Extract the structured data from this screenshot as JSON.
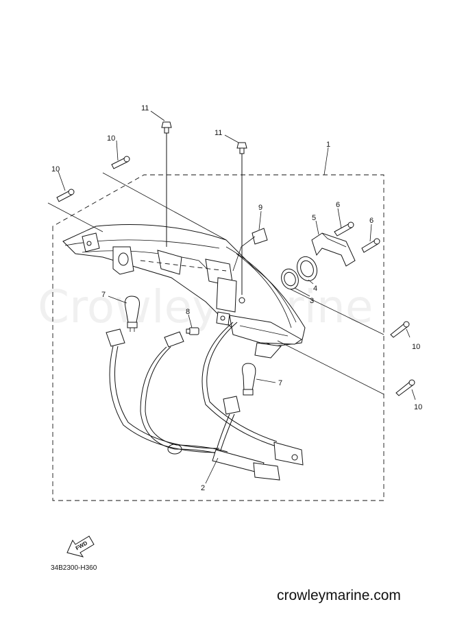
{
  "watermark": "CrowleyMarine",
  "callouts": {
    "c1": "1",
    "c2": "2",
    "c3": "3",
    "c4": "4",
    "c5": "5",
    "c6a": "6",
    "c6b": "6",
    "c7a": "7",
    "c7b": "7",
    "c8": "8",
    "c9": "9",
    "c10a": "10",
    "c10b": "10",
    "c10c": "10",
    "c10d": "10",
    "c11a": "11",
    "c11b": "11"
  },
  "fwd_label": "FWD",
  "diagram_code": "34B2300-H360",
  "site_url": "crowleymarine.com"
}
